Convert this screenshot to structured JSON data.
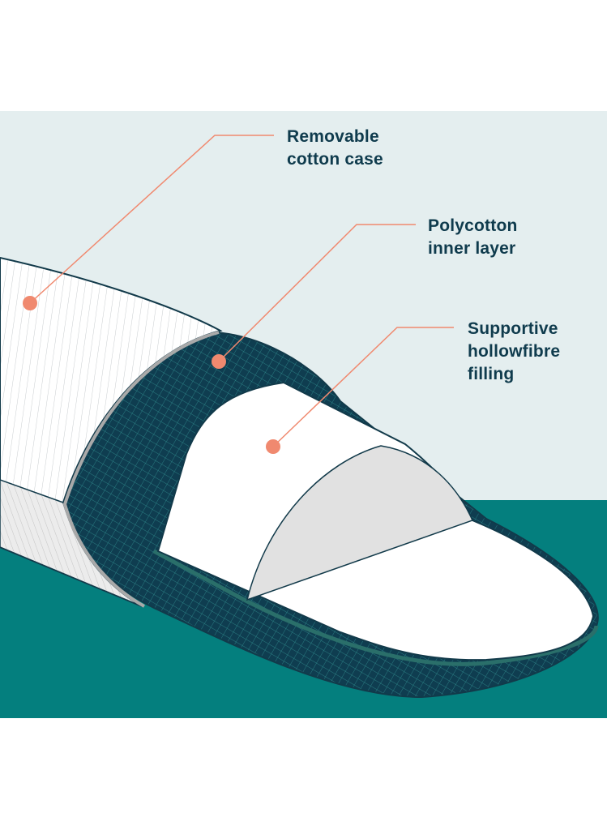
{
  "colors": {
    "background_panel": "#e4eeef",
    "floor": "#047f7e",
    "text": "#0f3b4d",
    "leader": "#f0896f",
    "inner_layer": "#0f3d50",
    "outline": "#123a4a"
  },
  "labels": [
    {
      "lines": [
        "Removable",
        "cotton case"
      ]
    },
    {
      "lines": [
        "Polycotton",
        "inner layer"
      ]
    },
    {
      "lines": [
        "Supportive",
        "hollowfibre",
        "filling"
      ]
    }
  ]
}
